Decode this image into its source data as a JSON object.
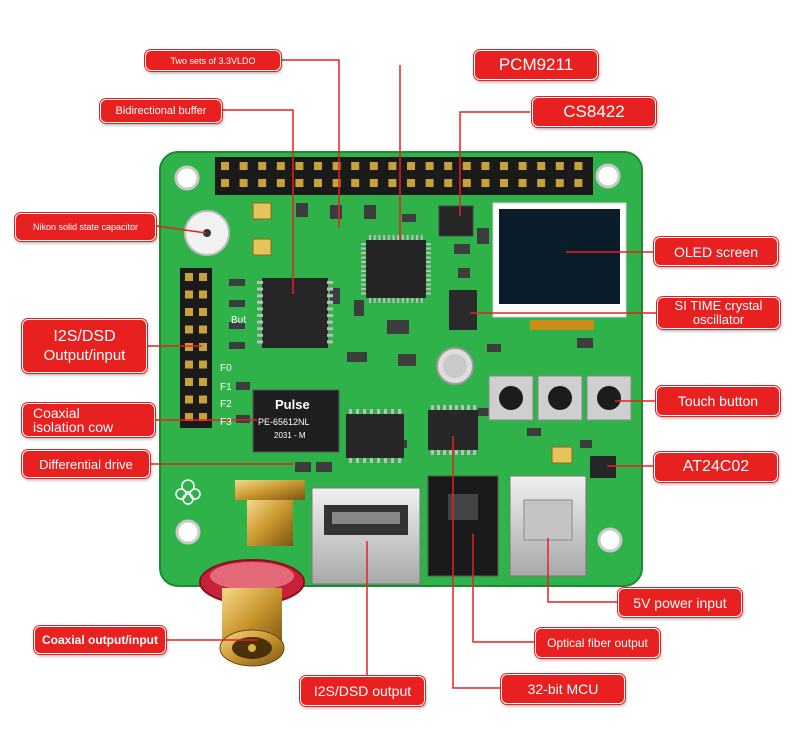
{
  "labels": {
    "ldo": "Two sets of 3.3VLDO",
    "pcm": "PCM9211",
    "buffer": "Bidirectional buffer",
    "cs": "CS8422",
    "nikon": "Nikon solid state capacitor",
    "oled": "OLED screen",
    "i2s_line1": "I2S/DSD",
    "i2s_line2": "Output/input",
    "si_line1": "SI TIME crystal",
    "si_line2": "oscillator",
    "touch": "Touch button",
    "coax_iso_line1": "Coaxial",
    "coax_iso_line2": "isolation cow",
    "diff": "Differential drive",
    "at24": "AT24C02",
    "power": "5V power input",
    "coax_out": "Coaxial output/input",
    "fiber": "Optical fiber output",
    "i2s_out": "I2S/DSD output",
    "mcu": "32-bit MCU"
  },
  "board": {
    "pulse_brand": "Pulse",
    "pulse_part": "PE-65612NL",
    "pulse_code": "2031 - M",
    "silk_but": "But",
    "silk_f0": "F0",
    "silk_f1": "F1",
    "silk_f2": "F2",
    "silk_f3": "F3"
  },
  "colors": {
    "label_bg": "#e8201f",
    "pcb_green": "#2fb24a",
    "leader_line": "#e8201f"
  }
}
